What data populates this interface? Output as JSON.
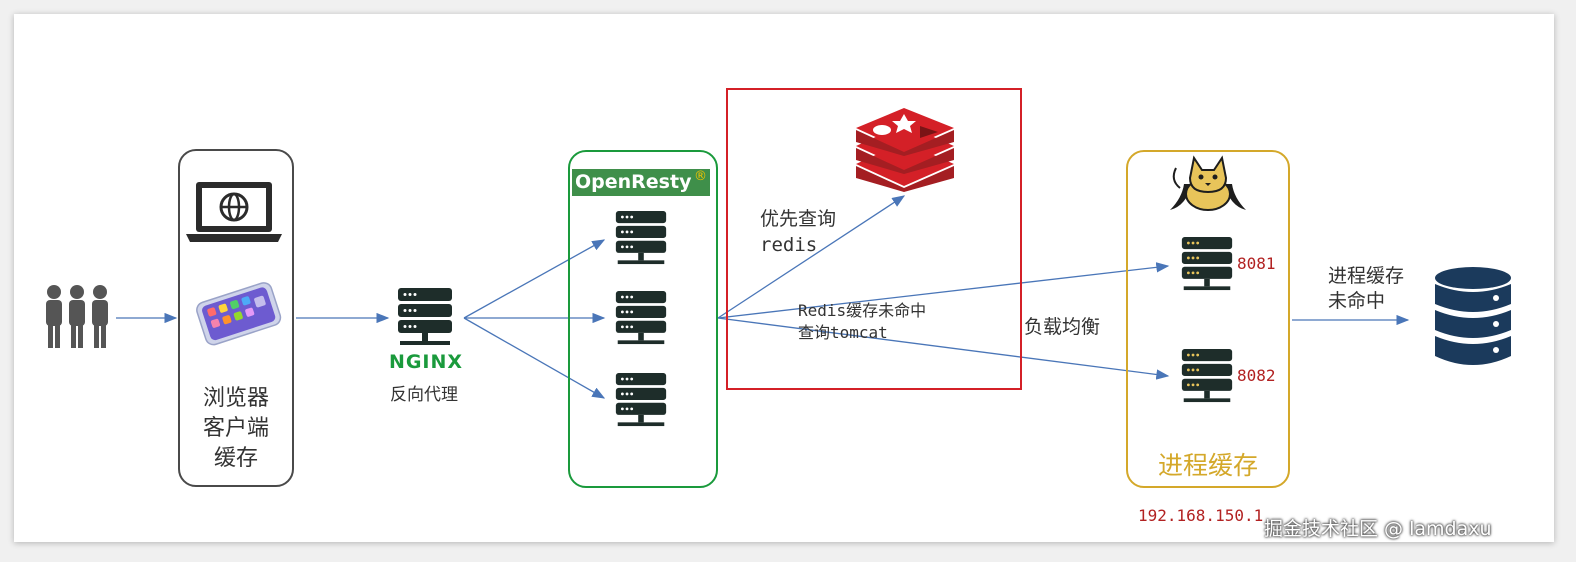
{
  "browser_box": {
    "label_line1": "浏览器",
    "label_line2": "客户端",
    "label_line3": "缓存"
  },
  "nginx": {
    "logo_text": "NGINX",
    "label": "反向代理"
  },
  "openresty": {
    "title": "OpenResty",
    "registered": "®"
  },
  "redis_region": {
    "query_label_line1": "优先查询",
    "query_label_line2": "redis",
    "miss_label_line1": "Redis缓存未命中",
    "miss_label_line2": "查询tomcat"
  },
  "load_balance": {
    "label": "负载均衡"
  },
  "tomcat_box": {
    "port_1": "8081",
    "port_2": "8082",
    "label": "进程缓存",
    "ip": "192.168.150.1"
  },
  "db": {
    "miss_label_line1": "进程缓存",
    "miss_label_line2": "未命中"
  },
  "watermark": {
    "text": "掘金技术社区 @ lamdaxu"
  },
  "colors": {
    "arrow": "#4a76b8",
    "openresty_green": "#1a9a3c",
    "redis_red": "#d42027",
    "tomcat_gold": "#d4a82a",
    "server_dark": "#1e2d2a",
    "db_blue": "#1b3a5c"
  }
}
